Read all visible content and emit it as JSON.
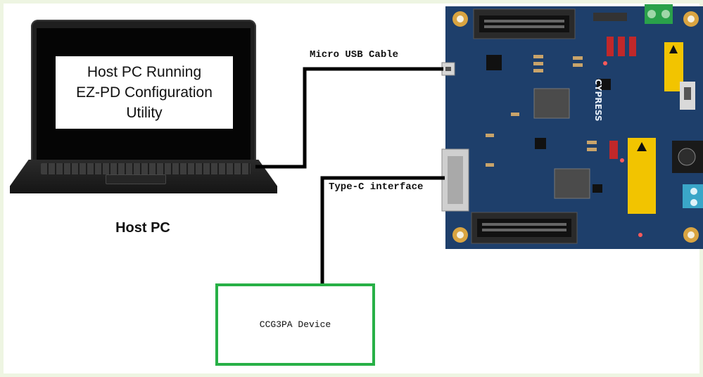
{
  "host": {
    "screen_lines": [
      "Host PC Running",
      "EZ-PD Configuration",
      "Utility"
    ],
    "caption": "Host PC"
  },
  "connections": {
    "micro_usb_label": "Micro USB Cable",
    "typec_label": "Type-C interface"
  },
  "board": {
    "silkscreen_brand": "CYPRESS",
    "caution_label": "CAUTION"
  },
  "device": {
    "label": "CCG3PA Device"
  },
  "colors": {
    "board_blue": "#1e3f6b",
    "device_border": "#27b046",
    "wire": "#000000",
    "caution_yellow": "#f2c400"
  }
}
